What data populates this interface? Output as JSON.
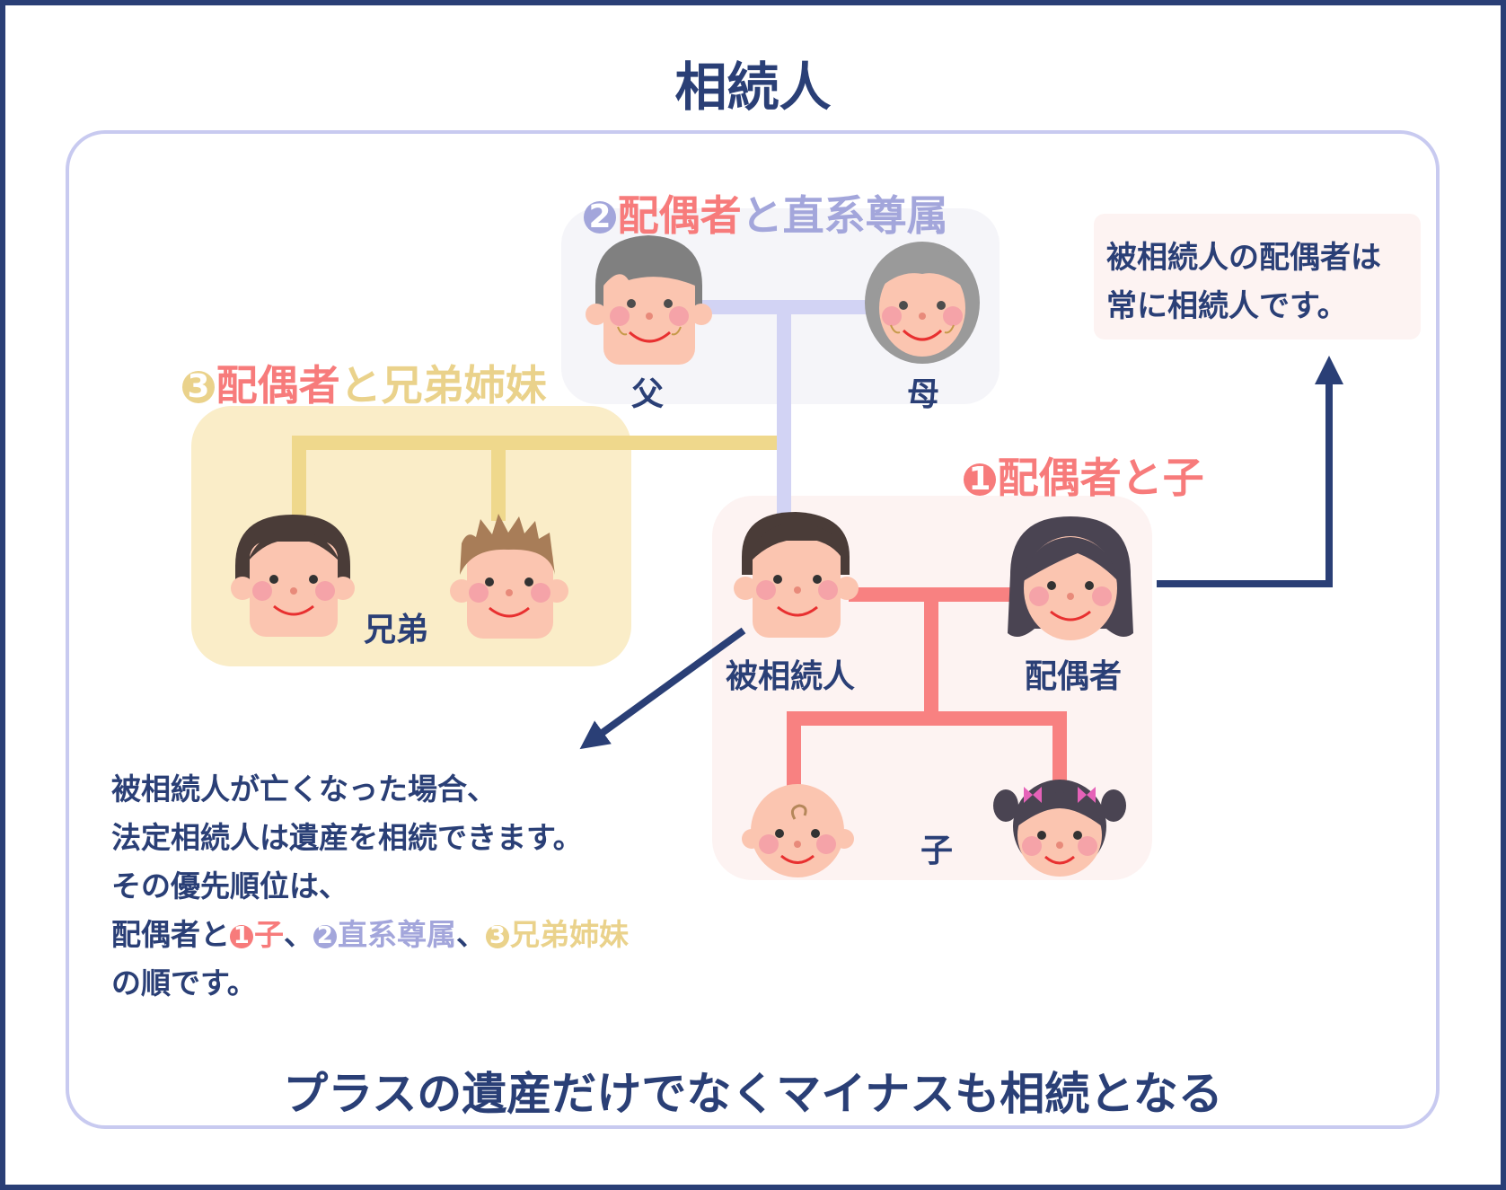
{
  "title": "相続人",
  "groups": {
    "spouse_children": {
      "num": "❶",
      "num_glyph": "1",
      "name": "配偶者",
      "conj": "と",
      "rest": "子"
    },
    "spouse_ascendants": {
      "num": "❷",
      "num_glyph": "2",
      "name": "配偶者",
      "conj": "と",
      "rest": "直系尊属"
    },
    "spouse_siblings": {
      "num": "❸",
      "num_glyph": "3",
      "name": "配偶者",
      "conj": "と",
      "rest": "兄弟姉妹"
    }
  },
  "people": {
    "father": "父",
    "mother": "母",
    "siblings": "兄弟",
    "deceased": "被相続人",
    "spouse": "配偶者",
    "children": "子"
  },
  "note": {
    "line1": "被相続人の配偶者は",
    "line2": "常に相続人です。"
  },
  "description": {
    "line1": "被相続人が亡くなった場合、",
    "line2": "法定相続人は遺産を相続できます。",
    "line3": "その優先順位は、",
    "line4_prefix": "配偶者と",
    "line4_item1": "子",
    "line4_sep": "、",
    "line4_item2": "直系尊属",
    "line4_item3": "兄弟姉妹",
    "line5": "の順です。"
  },
  "bottom_text": "プラスの遺産だけでなくマイナスも相続となる",
  "colors": {
    "navy": "#2a3f76",
    "red": "#f77b7b",
    "purple": "#a3a6db",
    "yellow": "#ead28b",
    "yellow_box": "#faedc8",
    "pink_box": "#fdf3f2",
    "gray_box": "#f5f5f9",
    "skin": "#fbc5b0",
    "cheek": "#f5a3a8"
  }
}
